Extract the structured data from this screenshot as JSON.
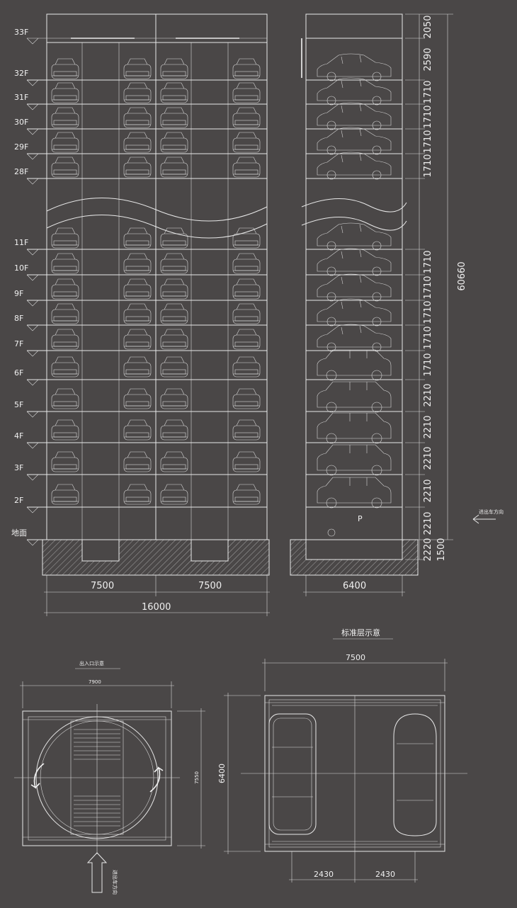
{
  "colors": {
    "background": "#4a4747",
    "line": "#e8e8e8"
  },
  "front_elevation": {
    "floor_labels": [
      "33F",
      "32F",
      "31F",
      "30F",
      "29F",
      "28F",
      "11F",
      "10F",
      "9F",
      "8F",
      "7F",
      "6F",
      "5F",
      "4F",
      "3F",
      "2F",
      "地面"
    ],
    "dims": {
      "bay_left": "7500",
      "bay_right": "7500",
      "total_width": "16000"
    }
  },
  "side_elevation": {
    "heights": [
      "2050",
      "2590",
      "1710",
      "1710",
      "1710",
      "1710",
      "1710",
      "1710",
      "1710",
      "1710",
      "1710",
      "2210",
      "2210",
      "2210",
      "2210",
      "2210",
      "2220",
      "1500"
    ],
    "total_height": "60660",
    "width": "6400",
    "p_mark": "P",
    "entry_note": "进出车方向"
  },
  "plan_standard": {
    "title": "标准层示意",
    "width_top": "7500",
    "height_left": "6400",
    "bay_left": "2430",
    "bay_right": "2430"
  },
  "plan_entry": {
    "title": "出入口示意",
    "width_top": "7900",
    "height_right": "7550",
    "entry_note": "进出车方向"
  }
}
